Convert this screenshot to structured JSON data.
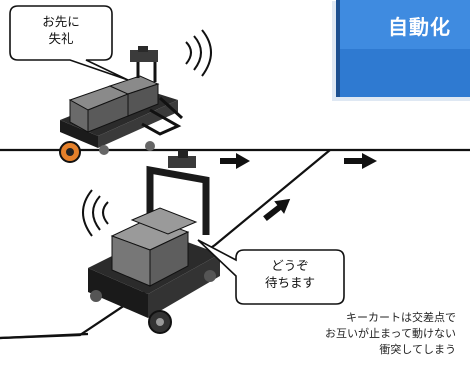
{
  "title_box": {
    "text": "自動化"
  },
  "bubble_left": {
    "line1": "お先に",
    "line2": "失礼"
  },
  "bubble_right": {
    "line1": "どうぞ",
    "line2": "待ちます"
  },
  "caption": {
    "line1": "キーカートは交差点で",
    "line2": "お互いが止まって動けない",
    "line3": "衝突してしまう"
  },
  "colors": {
    "title_blue": "#2f7ad1",
    "cart_dark": "#2b2b2b",
    "wheel_orange": "#e5802a",
    "road": "#111111"
  }
}
